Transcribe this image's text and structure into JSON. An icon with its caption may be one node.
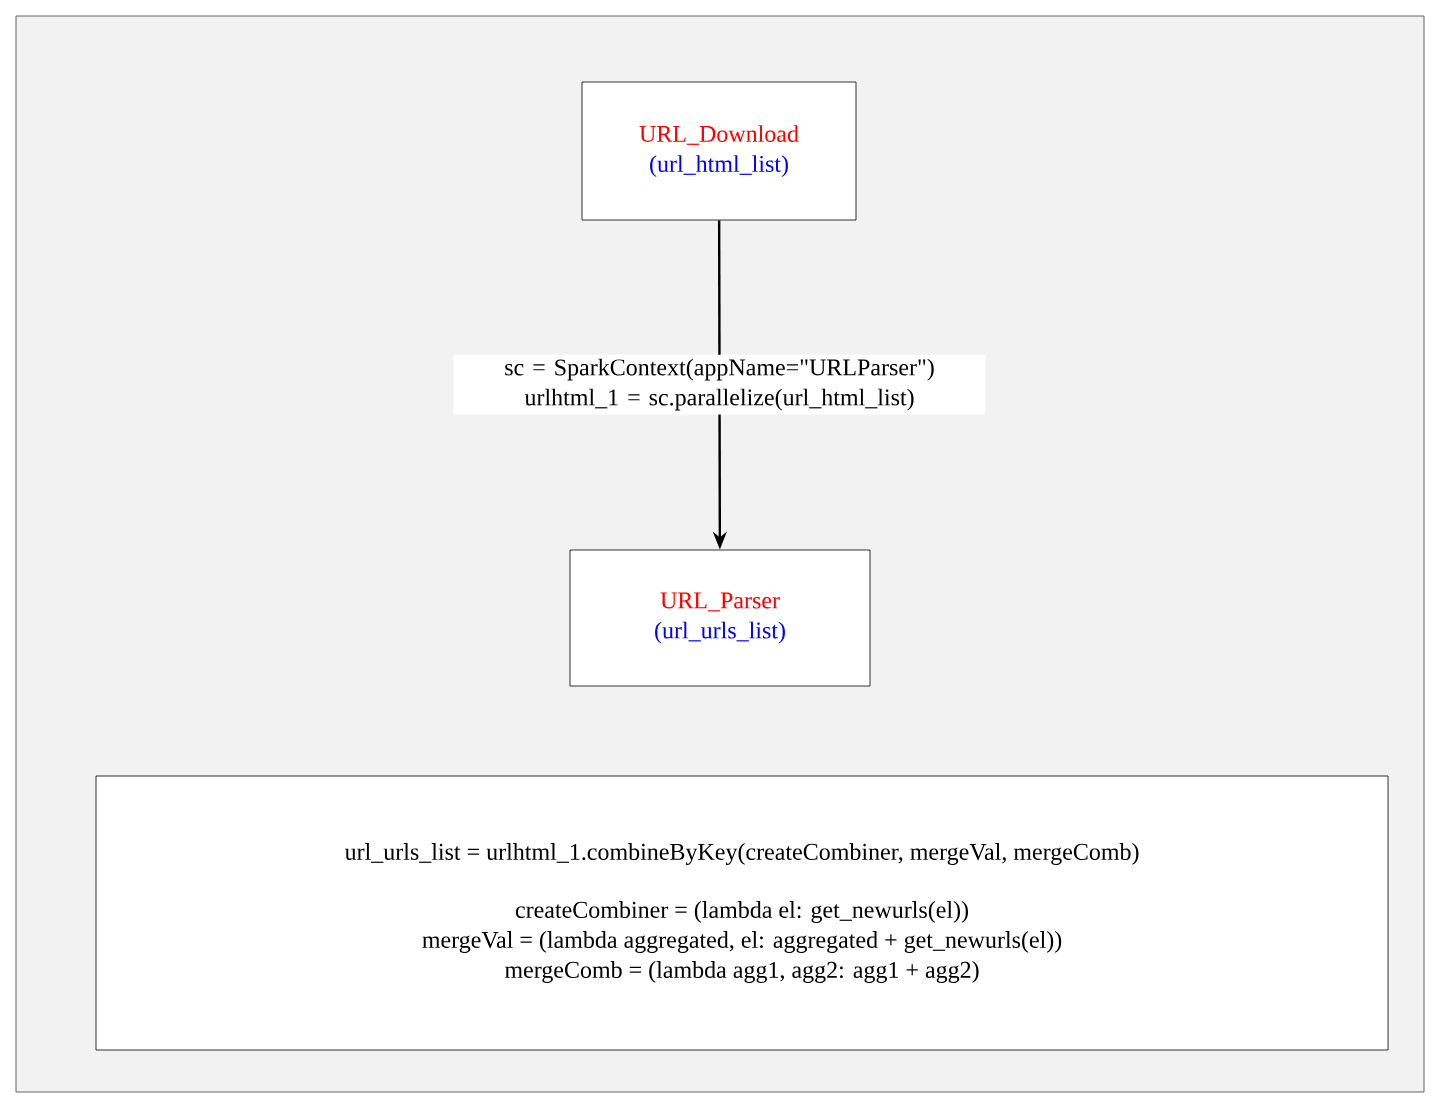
{
  "diagram": {
    "nodes": [
      {
        "text": [
          "URL_Download",
          "(url_html_list)"
        ]
      },
      {
        "text": [
          "URL_Parser",
          "(url_urls_list)"
        ]
      },
      {
        "text": [
          "url_urls_list = urlhtml_1.combineByKey(createCombiner, mergeVal, mergeComb)",
          "createCombiner = (lambda el: get_newurls(el))",
          "mergeVal = (lambda aggregated, el: aggregated + get_newurls(el))",
          "mergeComb = (lambda agg1, agg2: agg1 + agg2)"
        ]
      }
    ],
    "edges": [
      {
        "from": 0,
        "to": 1,
        "arrow": "to",
        "label": "sc = SparkContext(appName=\"URLParser\") urlhtml_1 = sc.parallelize(url_html_list)"
      }
    ]
  }
}
